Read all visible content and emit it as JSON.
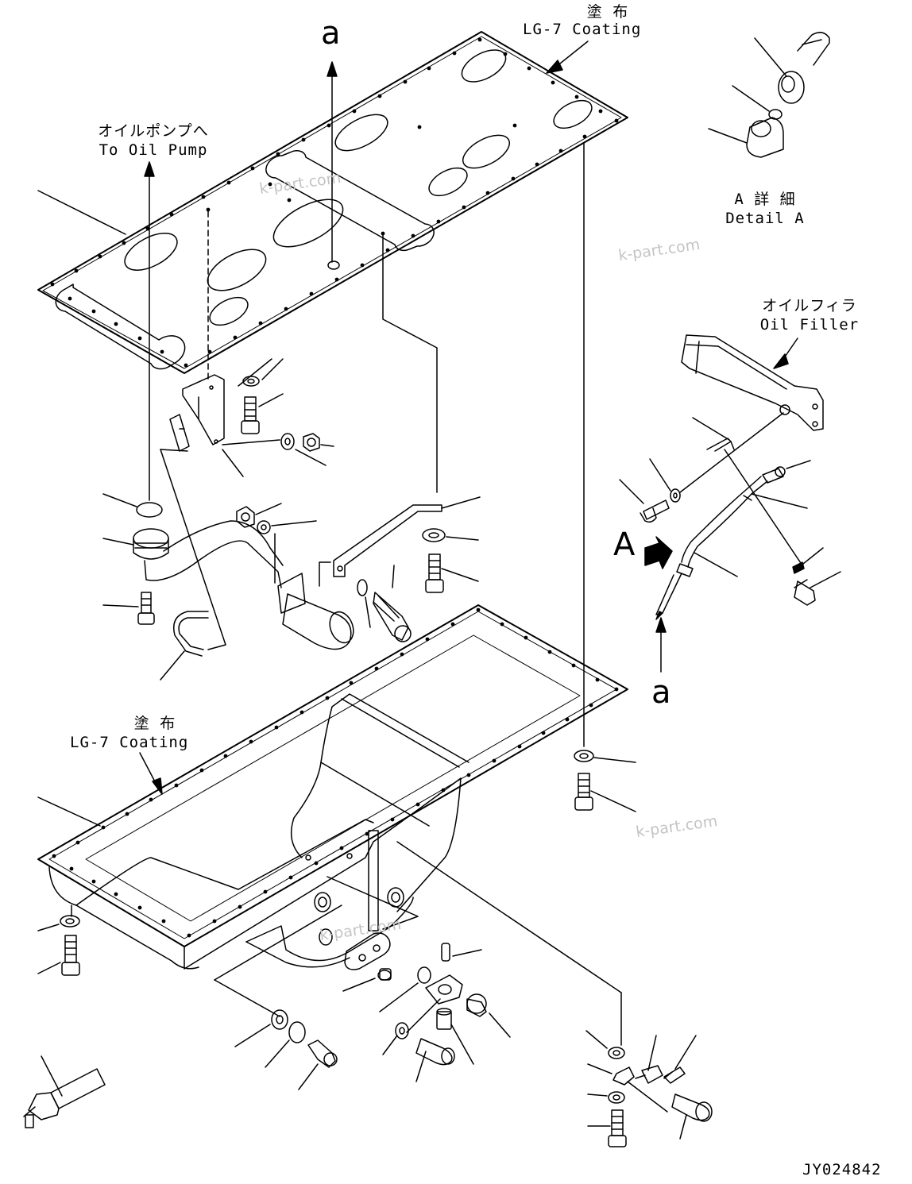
{
  "labels": {
    "coating_top_jp": "塗 布",
    "coating_top_en": "LG-7 Coating",
    "coating_bottom_jp": "塗 布",
    "coating_bottom_en": "LG-7 Coating",
    "oil_pump_jp": "オイルポンプへ",
    "oil_pump_en": "To Oil Pump",
    "oil_filler_jp": "オイルフィラ",
    "oil_filler_en": "Oil Filler",
    "detail_a_jp": "A 詳 細",
    "detail_a_en": "Detail A",
    "marker_a_top": "a",
    "marker_a_right": "a",
    "view_a": "A",
    "drawing_number": "JY024842"
  },
  "watermarks": [
    "k-part.com",
    "k-part.com",
    "k-part.com",
    "k-part.com"
  ],
  "colors": {
    "line": "#000000",
    "watermark": "#c4c4c4",
    "background": "#ffffff"
  }
}
